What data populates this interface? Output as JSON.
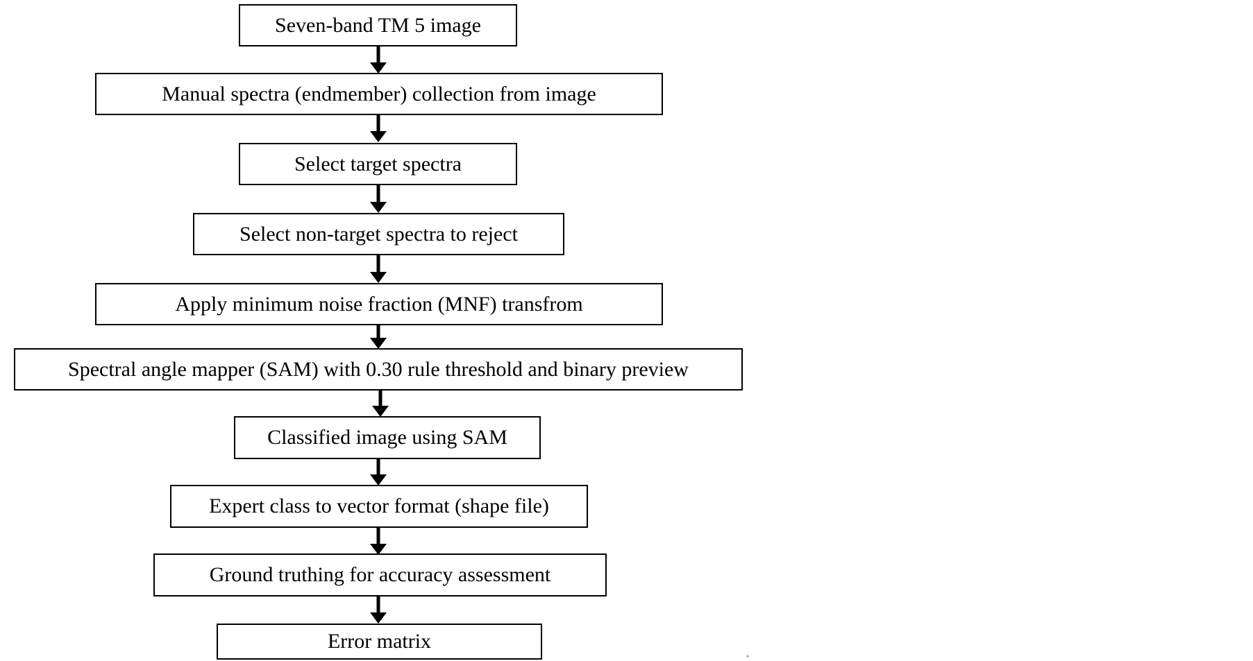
{
  "flowchart": {
    "steps": [
      {
        "label": "Seven-band TM 5 image"
      },
      {
        "label": "Manual spectra (endmember) collection from image"
      },
      {
        "label": "Select target spectra"
      },
      {
        "label": "Select non-target spectra to reject"
      },
      {
        "label": "Apply minimum noise fraction (MNF) transfrom"
      },
      {
        "label": "Spectral angle mapper (SAM) with 0.30 rule threshold and binary preview"
      },
      {
        "label": "Classified image using SAM"
      },
      {
        "label": "Expert class to vector format (shape file)"
      },
      {
        "label": "Ground truthing for accuracy assessment"
      },
      {
        "label": "Error matrix"
      }
    ]
  },
  "colors": {
    "stroke": "#000000",
    "background": "#ffffff"
  }
}
